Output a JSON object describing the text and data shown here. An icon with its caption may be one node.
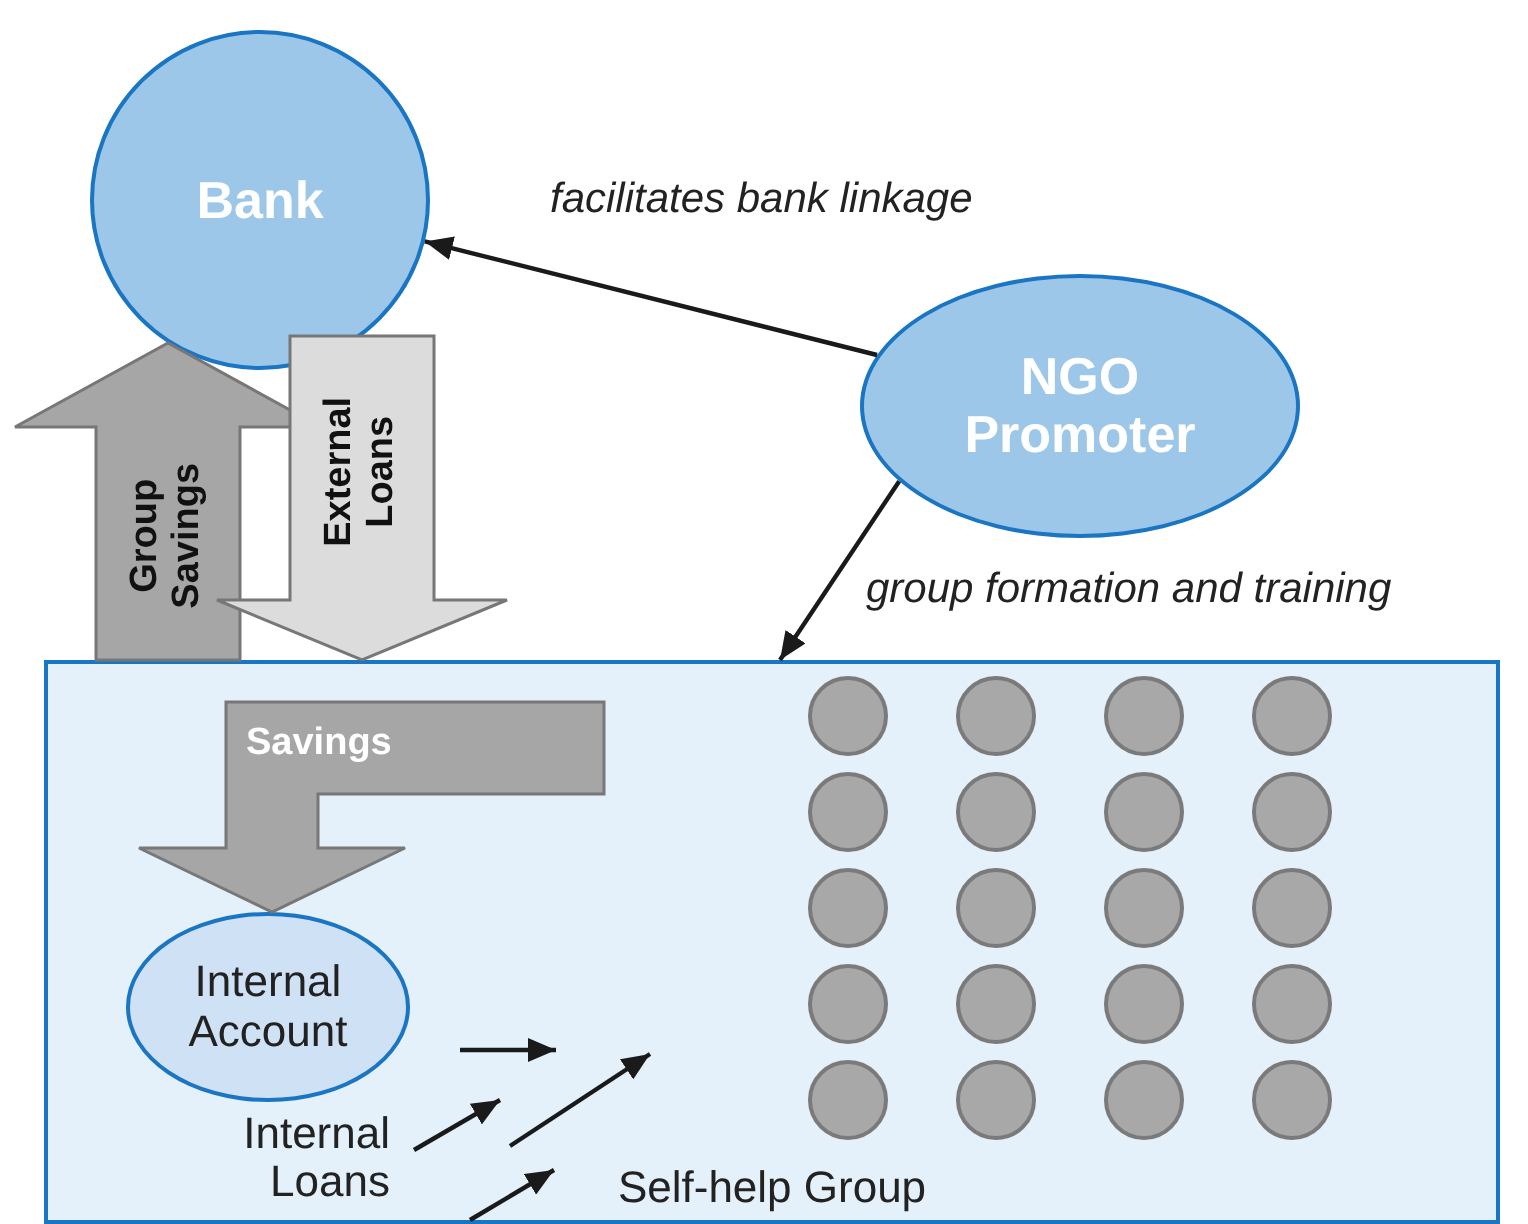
{
  "diagram": {
    "nodes": [
      {
        "text": [
          "Bank"
        ]
      },
      {
        "text": [
          "NGO Promoter"
        ]
      },
      {
        "text": [
          "Self-help Group"
        ]
      },
      {
        "text": [
          "Internal Account"
        ],
        "in": 2
      },
      {
        "text": [],
        "shape": "circle",
        "in": 2
      },
      {
        "text": [],
        "shape": "circle",
        "in": 2
      },
      {
        "text": [],
        "shape": "circle",
        "in": 2
      },
      {
        "text": [],
        "shape": "circle",
        "in": 2
      },
      {
        "text": [],
        "shape": "circle",
        "in": 2
      },
      {
        "text": [],
        "shape": "circle",
        "in": 2
      },
      {
        "text": [],
        "shape": "circle",
        "in": 2
      },
      {
        "text": [],
        "shape": "circle",
        "in": 2
      },
      {
        "text": [],
        "shape": "circle",
        "in": 2
      },
      {
        "text": [],
        "shape": "circle",
        "in": 2
      },
      {
        "text": [],
        "shape": "circle",
        "in": 2
      },
      {
        "text": [],
        "shape": "circle",
        "in": 2
      },
      {
        "text": [],
        "shape": "circle",
        "in": 2
      },
      {
        "text": [],
        "shape": "circle",
        "in": 2
      },
      {
        "text": [],
        "shape": "circle",
        "in": 2
      },
      {
        "text": [],
        "shape": "circle",
        "in": 2
      },
      {
        "text": [],
        "shape": "circle",
        "in": 2
      },
      {
        "text": [],
        "shape": "circle",
        "in": 2
      },
      {
        "text": [],
        "shape": "circle",
        "in": 2
      },
      {
        "text": [],
        "shape": "circle",
        "in": 2
      }
    ],
    "edges": [
      {
        "from": 1,
        "to": 0,
        "arrow": "to",
        "label": "facilitates bank linkage"
      },
      {
        "from": 1,
        "to": 2,
        "arrow": "to",
        "label": "group formation and training"
      },
      {
        "from": 2,
        "to": 0,
        "arrow": "to",
        "label": "Group Savings",
        "style": "thick",
        "color": "#a6a6a6"
      },
      {
        "from": 0,
        "to": 2,
        "arrow": "to",
        "label": "External Loans",
        "style": "thick",
        "color": "#dcdcdc"
      },
      {
        "from": null,
        "to": 3,
        "arrow": "to",
        "label": "Savings",
        "style": "thick",
        "color": "#a6a6a6"
      }
    ],
    "labels": [
      "Internal Loans"
    ]
  }
}
